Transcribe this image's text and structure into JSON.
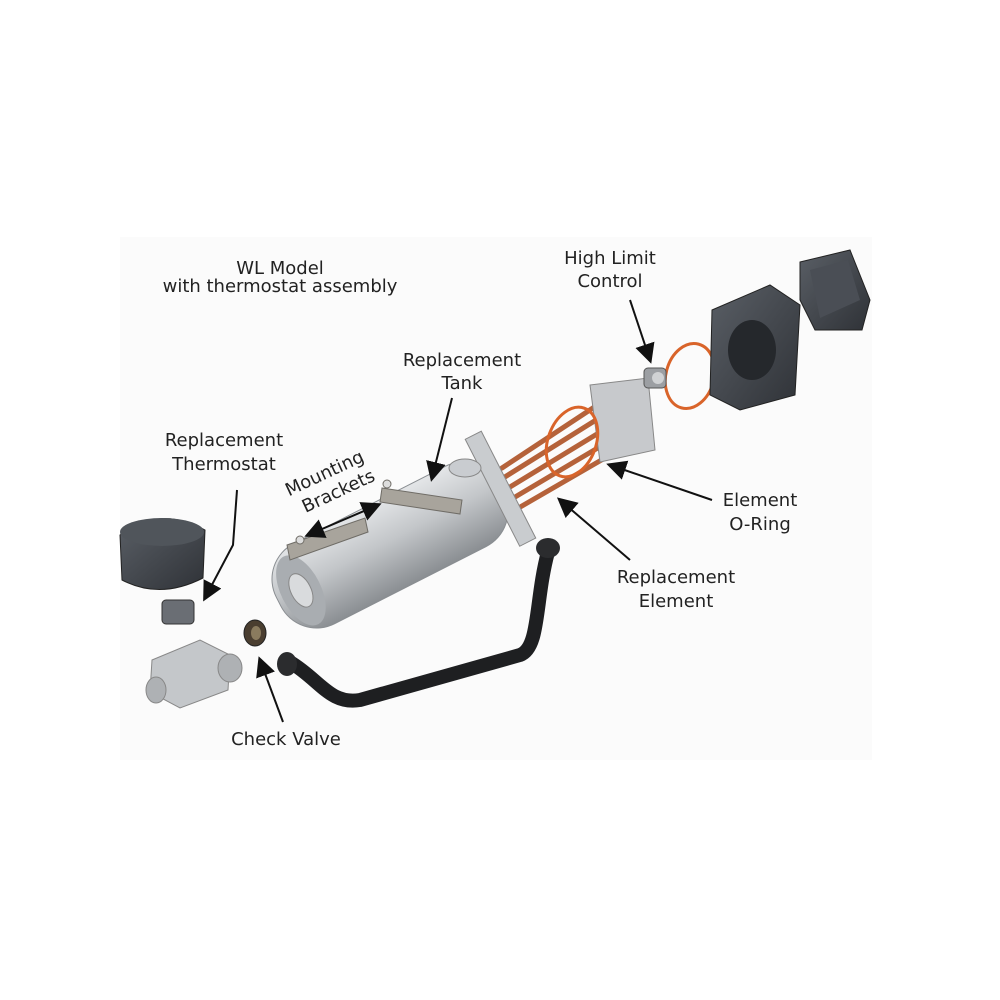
{
  "title": {
    "line1": "WL Model",
    "line2": "with thermostat assembly"
  },
  "labels": {
    "high_limit": [
      "High Limit",
      "Control"
    ],
    "tank": [
      "Replacement",
      "Tank"
    ],
    "thermostat": [
      "Replacement",
      "Thermostat"
    ],
    "brackets": [
      "Mounting",
      "Brackets"
    ],
    "oring": [
      "Element",
      "O-Ring"
    ],
    "element": [
      "Replacement",
      "Element"
    ],
    "check_valve": "Check Valve"
  },
  "colors": {
    "copper": "#b5623a",
    "oring": "#d9642a",
    "steel": "#b9bcbf",
    "dark": "#3d4147",
    "hose": "#1e1f21"
  }
}
